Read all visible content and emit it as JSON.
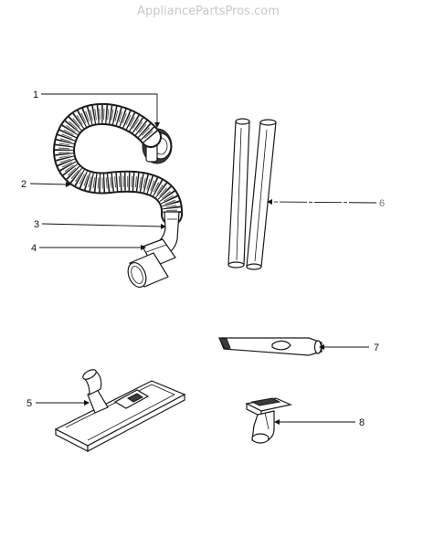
{
  "watermark": "AppliancePartsPros.com",
  "callouts": [
    {
      "number": "1"
    },
    {
      "number": "2"
    },
    {
      "number": "3"
    },
    {
      "number": "4"
    },
    {
      "number": "5"
    },
    {
      "number": "6"
    },
    {
      "number": "7"
    },
    {
      "number": "8"
    }
  ]
}
